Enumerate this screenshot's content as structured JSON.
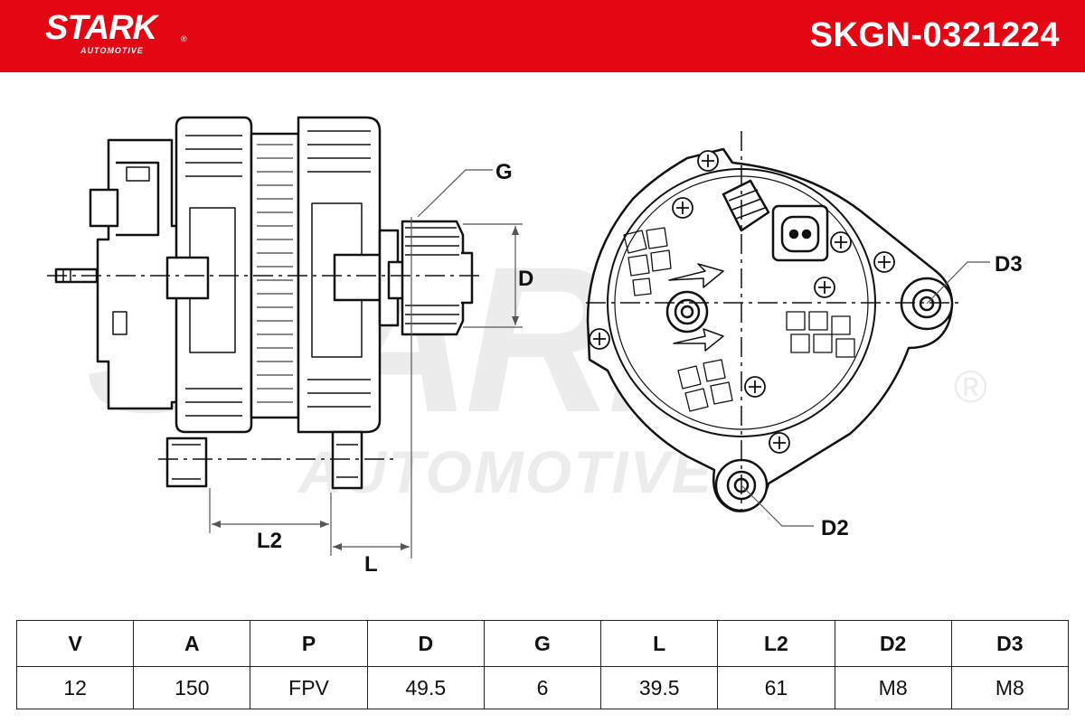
{
  "header": {
    "brand": "STARK",
    "brand_sub": "AUTOMOTIVE",
    "registered": "®",
    "part_number": "SKGN-0321224",
    "accent_color": "#e30613"
  },
  "drawing": {
    "labels": {
      "g": "G",
      "d": "D",
      "l": "L",
      "l2": "L2",
      "d2": "D2",
      "d3": "D3"
    },
    "watermark": {
      "main": "STARK",
      "sub": "AUTOMOTIVE",
      "reg": "®"
    }
  },
  "specs": {
    "headers": [
      "V",
      "A",
      "P",
      "D",
      "G",
      "L",
      "L2",
      "D2",
      "D3"
    ],
    "values": [
      "12",
      "150",
      "FPV",
      "49.5",
      "6",
      "39.5",
      "61",
      "M8",
      "M8"
    ]
  }
}
